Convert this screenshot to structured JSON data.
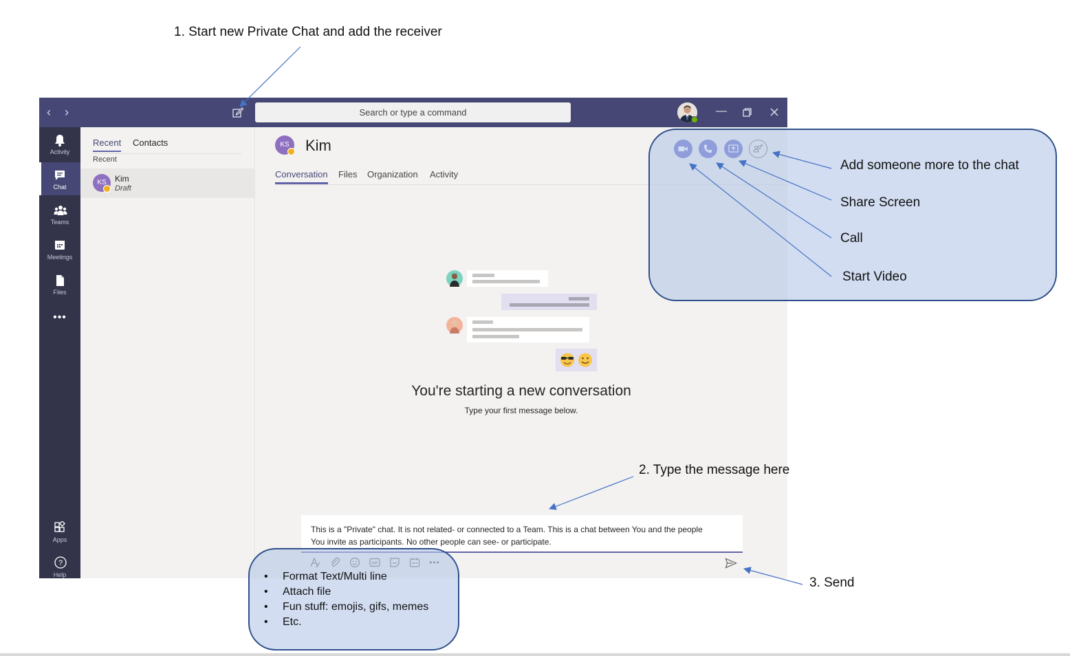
{
  "annotations": {
    "step1": "1. Start new Private Chat and add the receiver",
    "step2": "2. Type the message here",
    "step3": "3. Send",
    "add_someone": "Add someone more to the chat",
    "share_screen": "Share Screen",
    "call": "Call",
    "start_video": "Start Video",
    "compose_tips": [
      "Format Text/Multi line",
      "Attach file",
      "Fun stuff: emojis, gifs, memes",
      "Etc."
    ]
  },
  "titlebar": {
    "search_placeholder": "Search or type a command"
  },
  "rail": {
    "items": [
      {
        "label": "Activity",
        "icon": "bell-icon"
      },
      {
        "label": "Chat",
        "icon": "chat-icon"
      },
      {
        "label": "Teams",
        "icon": "teams-icon"
      },
      {
        "label": "Meetings",
        "icon": "calendar-icon"
      },
      {
        "label": "Files",
        "icon": "file-icon"
      },
      {
        "label": "Apps",
        "icon": "apps-icon"
      },
      {
        "label": "Help",
        "icon": "help-icon"
      }
    ]
  },
  "chat_list": {
    "tabs": [
      "Recent",
      "Contacts"
    ],
    "section": "Recent",
    "items": [
      {
        "initials": "KS",
        "name": "Kim",
        "subtitle": "Draft"
      }
    ]
  },
  "conversation": {
    "contact_initials": "KS",
    "contact_name": "Kim",
    "tabs": [
      "Conversation",
      "Files",
      "Organization",
      "Activity"
    ],
    "empty_title": "You're starting a new conversation",
    "empty_subtitle": "Type your first message below.",
    "message_draft_line1": "This is a \"Private\" chat. It is not related- or connected to a Team. This is a chat between You and the people",
    "message_draft_line2": "You invite as participants. No other people can see- or participate."
  },
  "colors": {
    "titlebar": "#464775",
    "rail": "#33344a",
    "accent": "#6264a7",
    "callout_fill": "#b4c7e7",
    "callout_border": "#2f4f8a"
  }
}
